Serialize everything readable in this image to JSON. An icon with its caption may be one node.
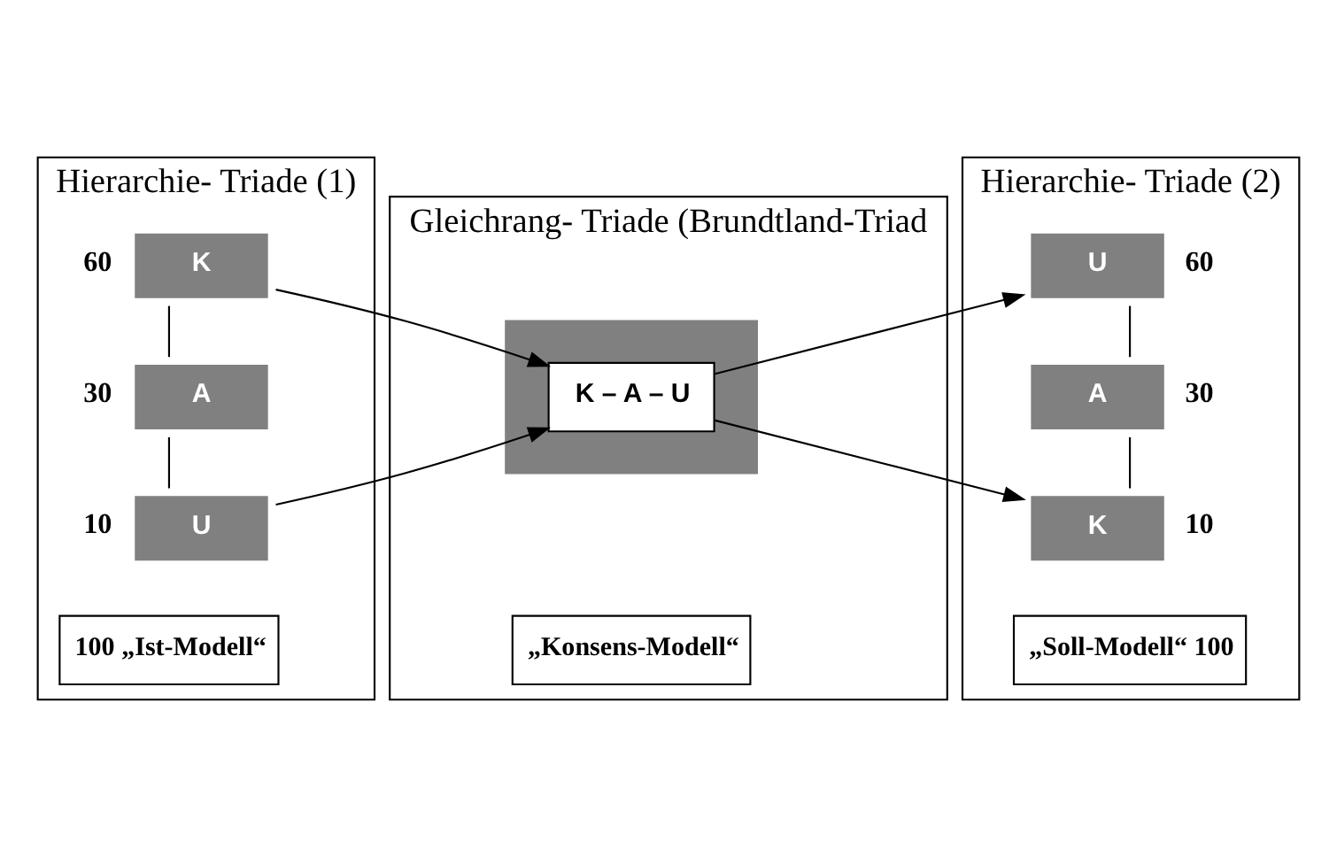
{
  "diagram": {
    "nodes": [
      {
        "text": [
          "Hierarchie- Triade (1)"
        ]
      },
      {
        "text": [
          "K"
        ],
        "in": 0,
        "beside": [
          "60"
        ]
      },
      {
        "text": [
          "A"
        ],
        "in": 0,
        "beside": [
          "30"
        ]
      },
      {
        "text": [
          "U"
        ],
        "in": 0,
        "beside": [
          "10"
        ]
      },
      {
        "text": [
          "Gleichrang- Triade (Brundtland-Triad"
        ]
      },
      {
        "text": [],
        "shape": "box",
        "in": 4
      },
      {
        "text": [
          "K – A – U"
        ],
        "in": 5
      },
      {
        "text": [
          "Hierarchie- Triade (2)"
        ]
      },
      {
        "text": [
          "U"
        ],
        "in": 7,
        "beside": [
          "60"
        ]
      },
      {
        "text": [
          "A"
        ],
        "in": 7,
        "beside": [
          "30"
        ]
      },
      {
        "text": [
          "K"
        ],
        "in": 7,
        "beside": [
          "10"
        ]
      },
      {
        "text": [
          "100 „Ist-Modell“"
        ],
        "in": 0
      },
      {
        "text": [
          "„Konsens-Modell“"
        ],
        "in": 4
      },
      {
        "text": [
          "„Soll-Modell“ 100"
        ],
        "in": 7
      }
    ],
    "edges": [
      {
        "from": 1,
        "to": 2,
        "arrow": "none"
      },
      {
        "from": 2,
        "to": 3,
        "arrow": "none"
      },
      {
        "from": 1,
        "to": 6,
        "arrow": "to"
      },
      {
        "from": 3,
        "to": 6,
        "arrow": "to"
      },
      {
        "from": 6,
        "to": 8,
        "arrow": "to"
      },
      {
        "from": 6,
        "to": 10,
        "arrow": "to"
      },
      {
        "from": 8,
        "to": 9,
        "arrow": "none"
      },
      {
        "from": 9,
        "to": 10,
        "arrow": "none"
      }
    ]
  }
}
